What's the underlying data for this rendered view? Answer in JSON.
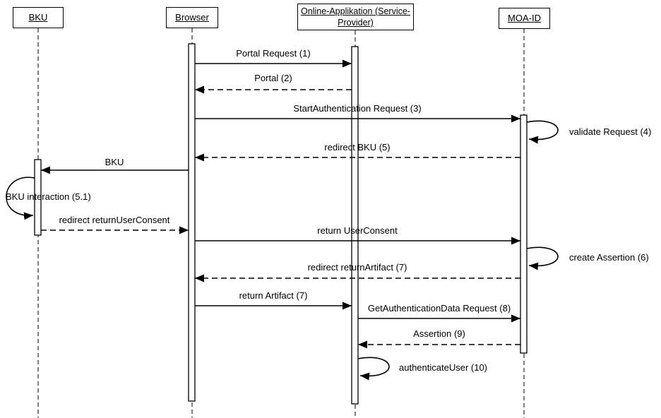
{
  "diagram": {
    "type": "sequence-diagram",
    "lifelines": [
      {
        "id": "bku",
        "label": "BKU"
      },
      {
        "id": "browser",
        "label": "Browser"
      },
      {
        "id": "online_app",
        "label_line1": "Online-Applikation (Service-",
        "label_line2": "Provider)"
      },
      {
        "id": "moa_id",
        "label": "MOA-ID"
      }
    ],
    "messages": [
      {
        "label": "Portal Request (1)",
        "from": "browser",
        "to": "online_app",
        "line": "solid"
      },
      {
        "label": "Portal (2)",
        "from": "online_app",
        "to": "browser",
        "line": "dashed"
      },
      {
        "label": "StartAuthentication Request (3)",
        "from": "browser",
        "to": "moa_id",
        "line": "solid"
      },
      {
        "label": "validate Request (4)",
        "from": "moa_id",
        "to": "moa_id",
        "line": "self"
      },
      {
        "label": "redirect BKU (5)",
        "from": "moa_id",
        "to": "browser",
        "line": "dashed"
      },
      {
        "label": "BKU",
        "from": "browser",
        "to": "bku",
        "line": "solid"
      },
      {
        "label": "BKU interaction (5.1)",
        "from": "bku",
        "to": "bku",
        "line": "self"
      },
      {
        "label": "redirect returnUserConsent",
        "from": "bku",
        "to": "browser",
        "line": "dashed"
      },
      {
        "label": "return UserConsent",
        "from": "browser",
        "to": "moa_id",
        "line": "solid"
      },
      {
        "label": "create Assertion (6)",
        "from": "moa_id",
        "to": "moa_id",
        "line": "self"
      },
      {
        "label": "redirect returnArtifact (7)",
        "from": "moa_id",
        "to": "browser",
        "line": "dashed"
      },
      {
        "label": "return Artifact (7)",
        "from": "browser",
        "to": "online_app",
        "line": "solid"
      },
      {
        "label": "GetAuthenticationData Request (8)",
        "from": "online_app",
        "to": "moa_id",
        "line": "solid"
      },
      {
        "label": "Assertion (9)",
        "from": "moa_id",
        "to": "online_app",
        "line": "dashed"
      },
      {
        "label": "authenticateUser (10)",
        "from": "online_app",
        "to": "online_app",
        "line": "self"
      }
    ],
    "colors": {
      "line": "#000000",
      "background": "#ffffff"
    }
  }
}
